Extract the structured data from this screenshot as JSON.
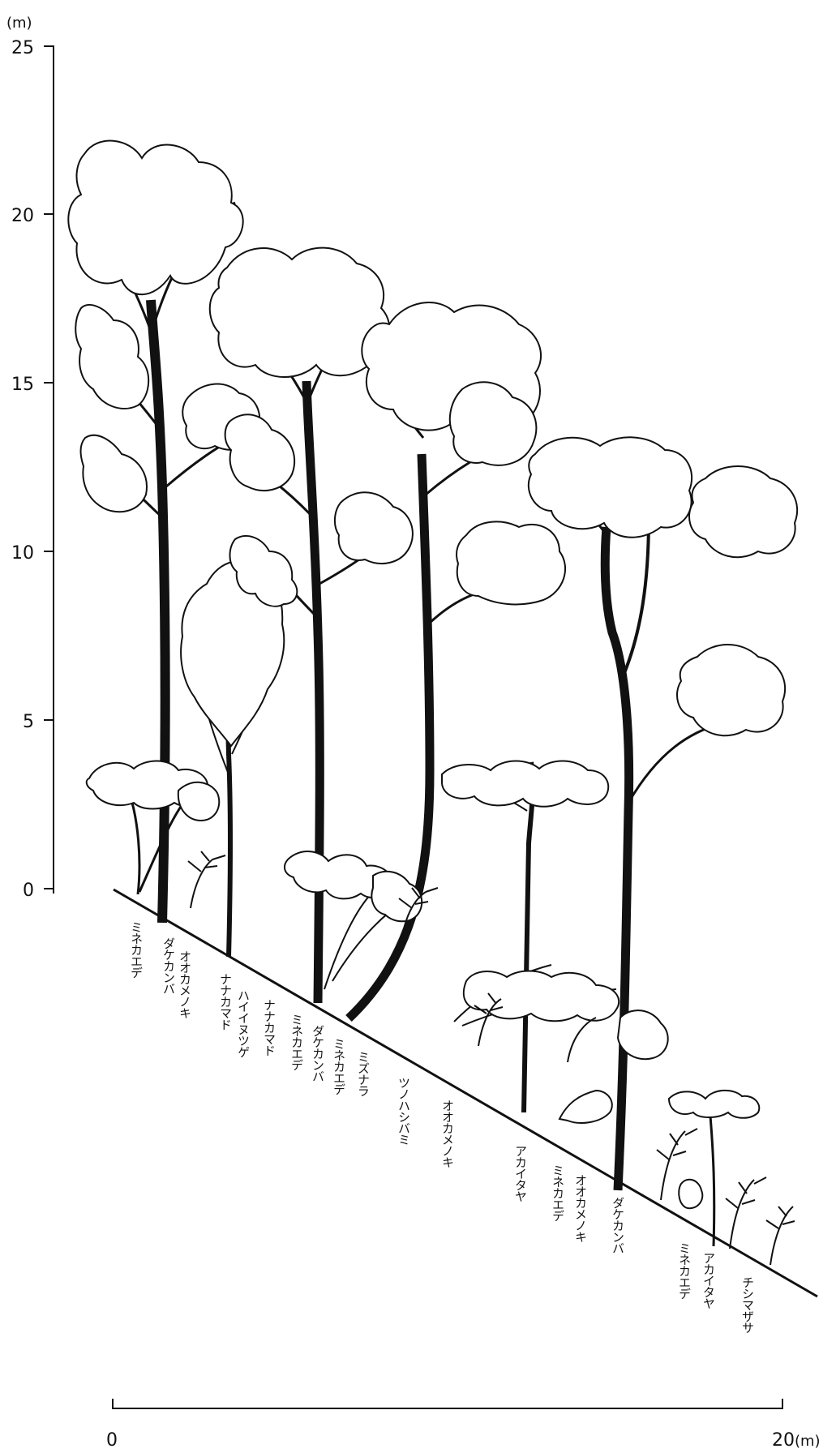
{
  "y_axis": {
    "unit": "(m)",
    "ticks": [
      {
        "value": 25,
        "label": "25"
      },
      {
        "value": 20,
        "label": "20"
      },
      {
        "value": 15,
        "label": "15"
      },
      {
        "value": 10,
        "label": "10"
      },
      {
        "value": 5,
        "label": "5"
      },
      {
        "value": 0,
        "label": "0"
      }
    ]
  },
  "x_axis": {
    "start_label": "0",
    "end_label": "20",
    "unit": "(m)"
  },
  "species_labels": [
    "ミネカエデ",
    "ダケカンバ",
    "オオカメノキ",
    "ナナカマド",
    "ハイイヌツゲ",
    "ナナカマド",
    "ミネカエデ",
    "ダケカンバ",
    "ミネカエデ",
    "ミズナラ",
    "ツノハシバミ",
    "オオカメノキ",
    "アカイタヤ",
    "ミネカエデ",
    "オオカメノキ",
    "ダケカンバ",
    "ミネカエデ",
    "アカイタヤ",
    "チシマザサ"
  ]
}
